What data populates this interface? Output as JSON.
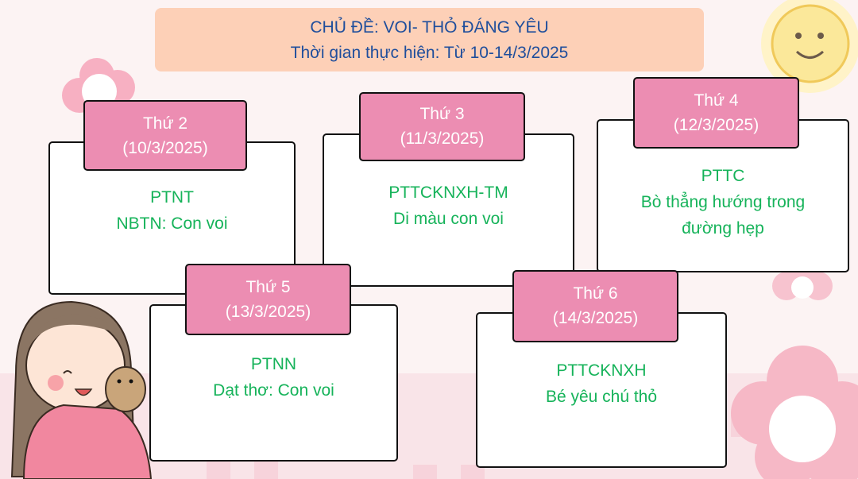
{
  "header": {
    "title": "CHỦ ĐỀ: VOI- THỎ ĐÁNG YÊU",
    "subtitle": "Thời gian thực hiện: Từ 10-14/3/2025"
  },
  "days": [
    {
      "day": "Thứ 2",
      "date": "(10/3/2025)",
      "lines": [
        "PTNT",
        "NBTN: Con voi"
      ]
    },
    {
      "day": "Thứ 3",
      "date": "(11/3/2025)",
      "lines": [
        "PTTCKNXH-TM",
        "Di màu con voi"
      ]
    },
    {
      "day": "Thứ 4",
      "date": "(12/3/2025)",
      "lines": [
        "PTTC",
        "Bò thẳng hướng trong",
        "đường hẹp"
      ]
    },
    {
      "day": "Thứ 5",
      "date": "(13/3/2025)",
      "lines": [
        "PTNN",
        "Dạt thơ: Con voi"
      ]
    },
    {
      "day": "Thứ 6",
      "date": "(14/3/2025)",
      "lines": [
        "PTTCKNXH",
        "Bé yêu chú thỏ"
      ]
    }
  ],
  "colors": {
    "background": "#fcf3f3",
    "header": "#fdd0b7",
    "tab": "#ec8db2",
    "title_text": "#1f4e9c",
    "content_text": "#16b35a"
  }
}
